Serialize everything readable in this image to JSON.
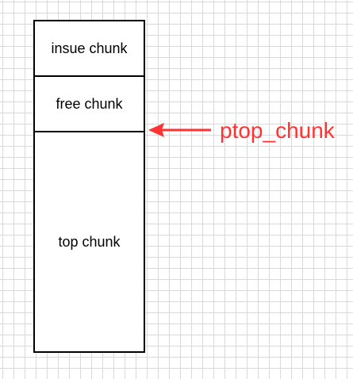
{
  "diagram": {
    "chunks": [
      {
        "label": "insue chunk"
      },
      {
        "label": "free chunk"
      },
      {
        "label": "top chunk"
      }
    ],
    "pointer": {
      "label": "ptop_chunk",
      "color": "#ff3333",
      "target": "free chunk / top chunk boundary"
    }
  }
}
